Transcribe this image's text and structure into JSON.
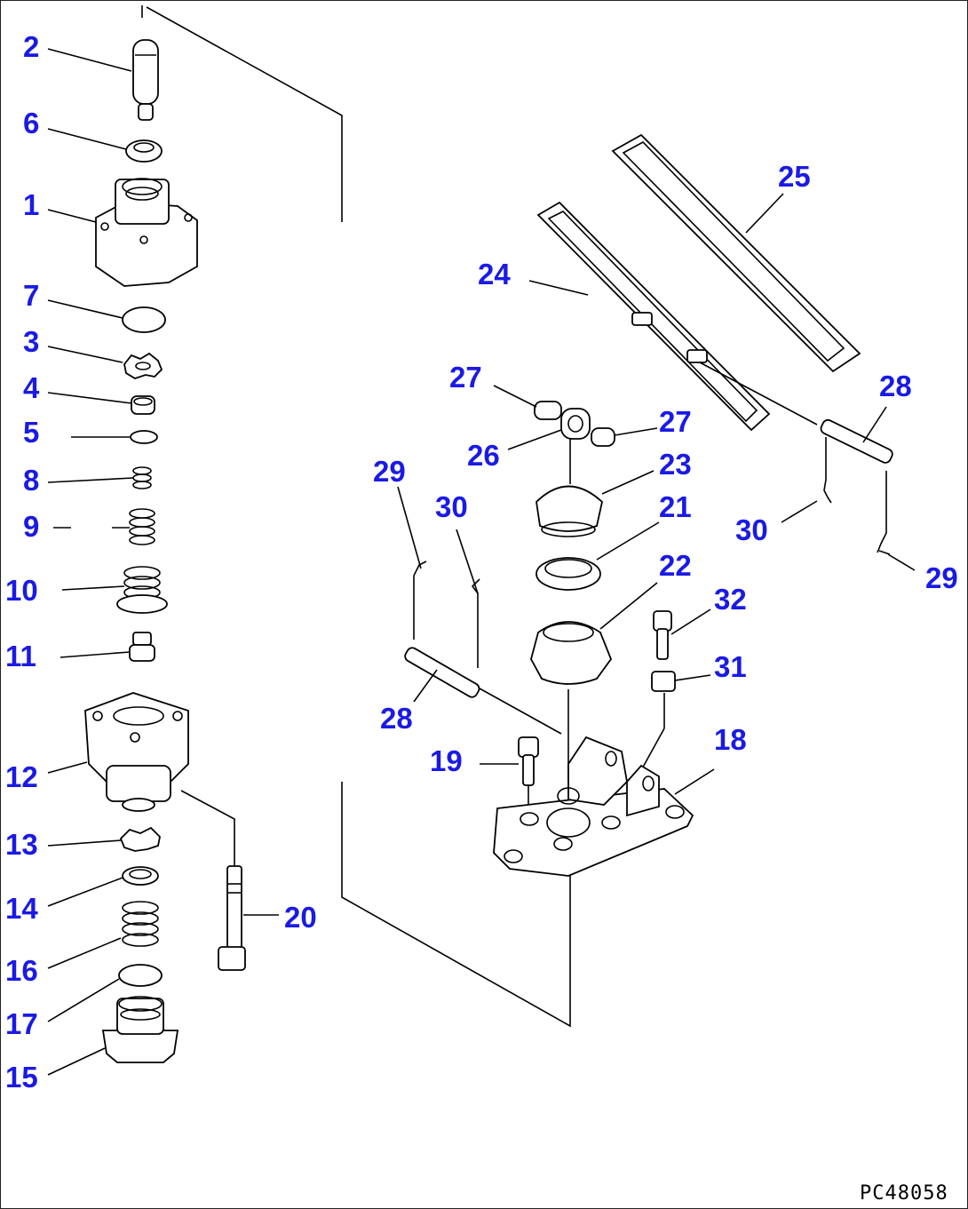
{
  "diagram": {
    "drawing_code": "PC48058",
    "callouts": {
      "c1": "1",
      "c2": "2",
      "c3": "3",
      "c4": "4",
      "c5": "5",
      "c6": "6",
      "c7": "7",
      "c8": "8",
      "c9": "9",
      "c10": "10",
      "c11": "11",
      "c12": "12",
      "c13": "13",
      "c14": "14",
      "c15": "15",
      "c16": "16",
      "c17": "17",
      "c18": "18",
      "c19": "19",
      "c20": "20",
      "c21": "21",
      "c22": "22",
      "c23": "23",
      "c24": "24",
      "c25": "25",
      "c26": "26",
      "c27a": "27",
      "c27b": "27",
      "c28a": "28",
      "c28b": "28",
      "c29a": "29",
      "c29b": "29",
      "c30a": "30",
      "c30b": "30",
      "c31": "31",
      "c32": "32"
    }
  }
}
